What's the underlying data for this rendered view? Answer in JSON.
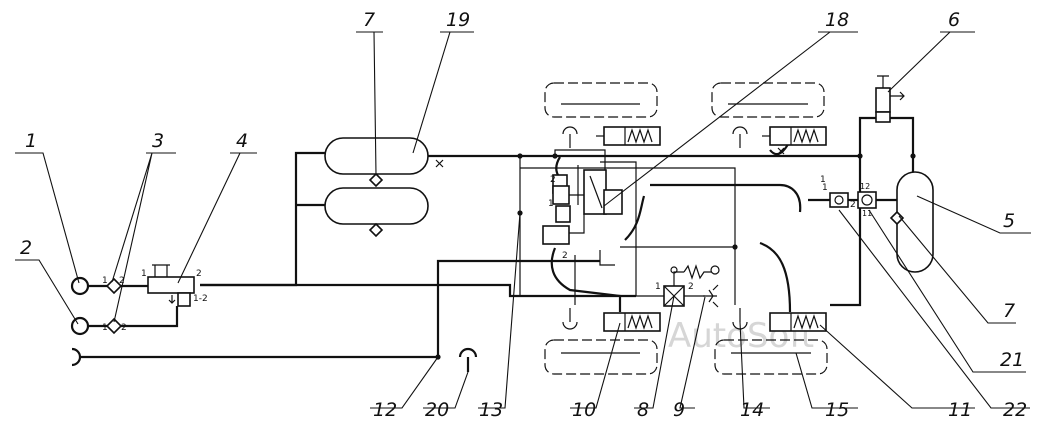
{
  "diagram": {
    "callouts": [
      "1",
      "2",
      "3",
      "4",
      "5",
      "6",
      "7",
      "7",
      "8",
      "9",
      "10",
      "11",
      "12",
      "13",
      "14",
      "15",
      "18",
      "19",
      "20",
      "21",
      "22"
    ],
    "port_labels": [
      "1",
      "2",
      "1",
      "2",
      "1",
      "2",
      "1-2",
      "1",
      "2",
      "1",
      "2",
      "1",
      "2",
      "1",
      "2",
      "11",
      "12"
    ],
    "watermark": "AutoSoft"
  }
}
